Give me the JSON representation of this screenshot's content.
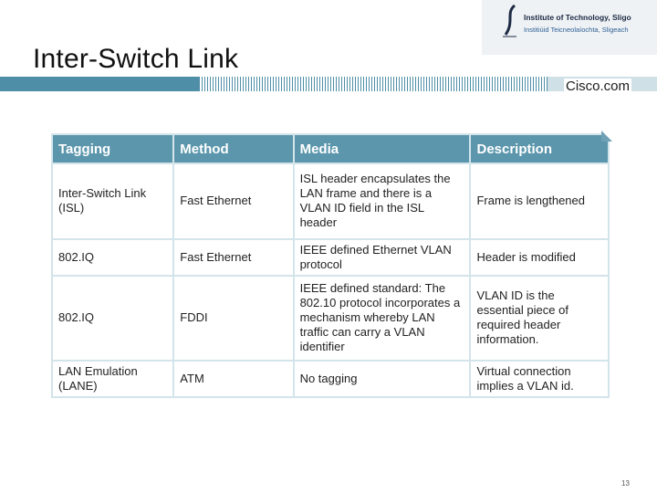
{
  "slide": {
    "title": "Inter-Switch Link",
    "page_number": "13"
  },
  "logo": {
    "line1": "Institute of Technology, Sligo",
    "line2": "Institiúid Teicneolaíochta, Sligeach"
  },
  "footer_brand": "Cisco.com",
  "colors": {
    "header_bg": "#5b96ac",
    "bar": "#4f8ea7",
    "table_bg": "#d3e4ea"
  },
  "table": {
    "headers": [
      "Tagging",
      "Method",
      "Media",
      "Description"
    ],
    "rows": [
      [
        "Inter-Switch Link (ISL)",
        "Fast Ethernet",
        "ISL header encapsulates the LAN frame and there is a VLAN ID field in the ISL header",
        "Frame is lengthened"
      ],
      [
        "802.IQ",
        "Fast Ethernet",
        "IEEE defined Ethernet VLAN protocol",
        "Header is modified"
      ],
      [
        "802.IQ",
        "FDDI",
        "IEEE defined standard: The 802.10 protocol incorporates a mechanism whereby LAN traffic can carry a VLAN identifier",
        "VLAN ID is the essential piece of required header information."
      ],
      [
        "LAN Emulation (LANE)",
        "ATM",
        "No tagging",
        "Virtual connection implies a VLAN id."
      ]
    ]
  }
}
